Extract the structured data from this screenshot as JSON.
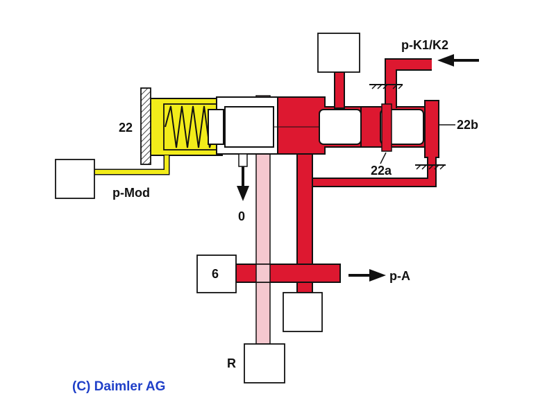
{
  "labels": {
    "valve_number": "22",
    "p_k1_k2": "p-K1/K2",
    "p_22b": "22b",
    "p_22a": "22a",
    "p_mod": "p-Mod",
    "exhaust_zero": "0",
    "box_6": "6",
    "p_a": "p-A",
    "r_box": "R"
  },
  "copyright": "(C) Daimler AG",
  "colors": {
    "pressure_red": "#dd1830",
    "modulating_yellow": "#f2ec1a",
    "return_pink": "#f5c8cf",
    "outline": "#111111",
    "copyright_blue": "#1f3fc8"
  },
  "icons": {
    "inlet_arrow": "arrow-left-icon",
    "outlet_arrow": "arrow-right-icon",
    "exhaust_arrow": "arrow-down-icon",
    "spring": "compression-spring-icon",
    "housing_plate": "hatched-plate-icon"
  }
}
